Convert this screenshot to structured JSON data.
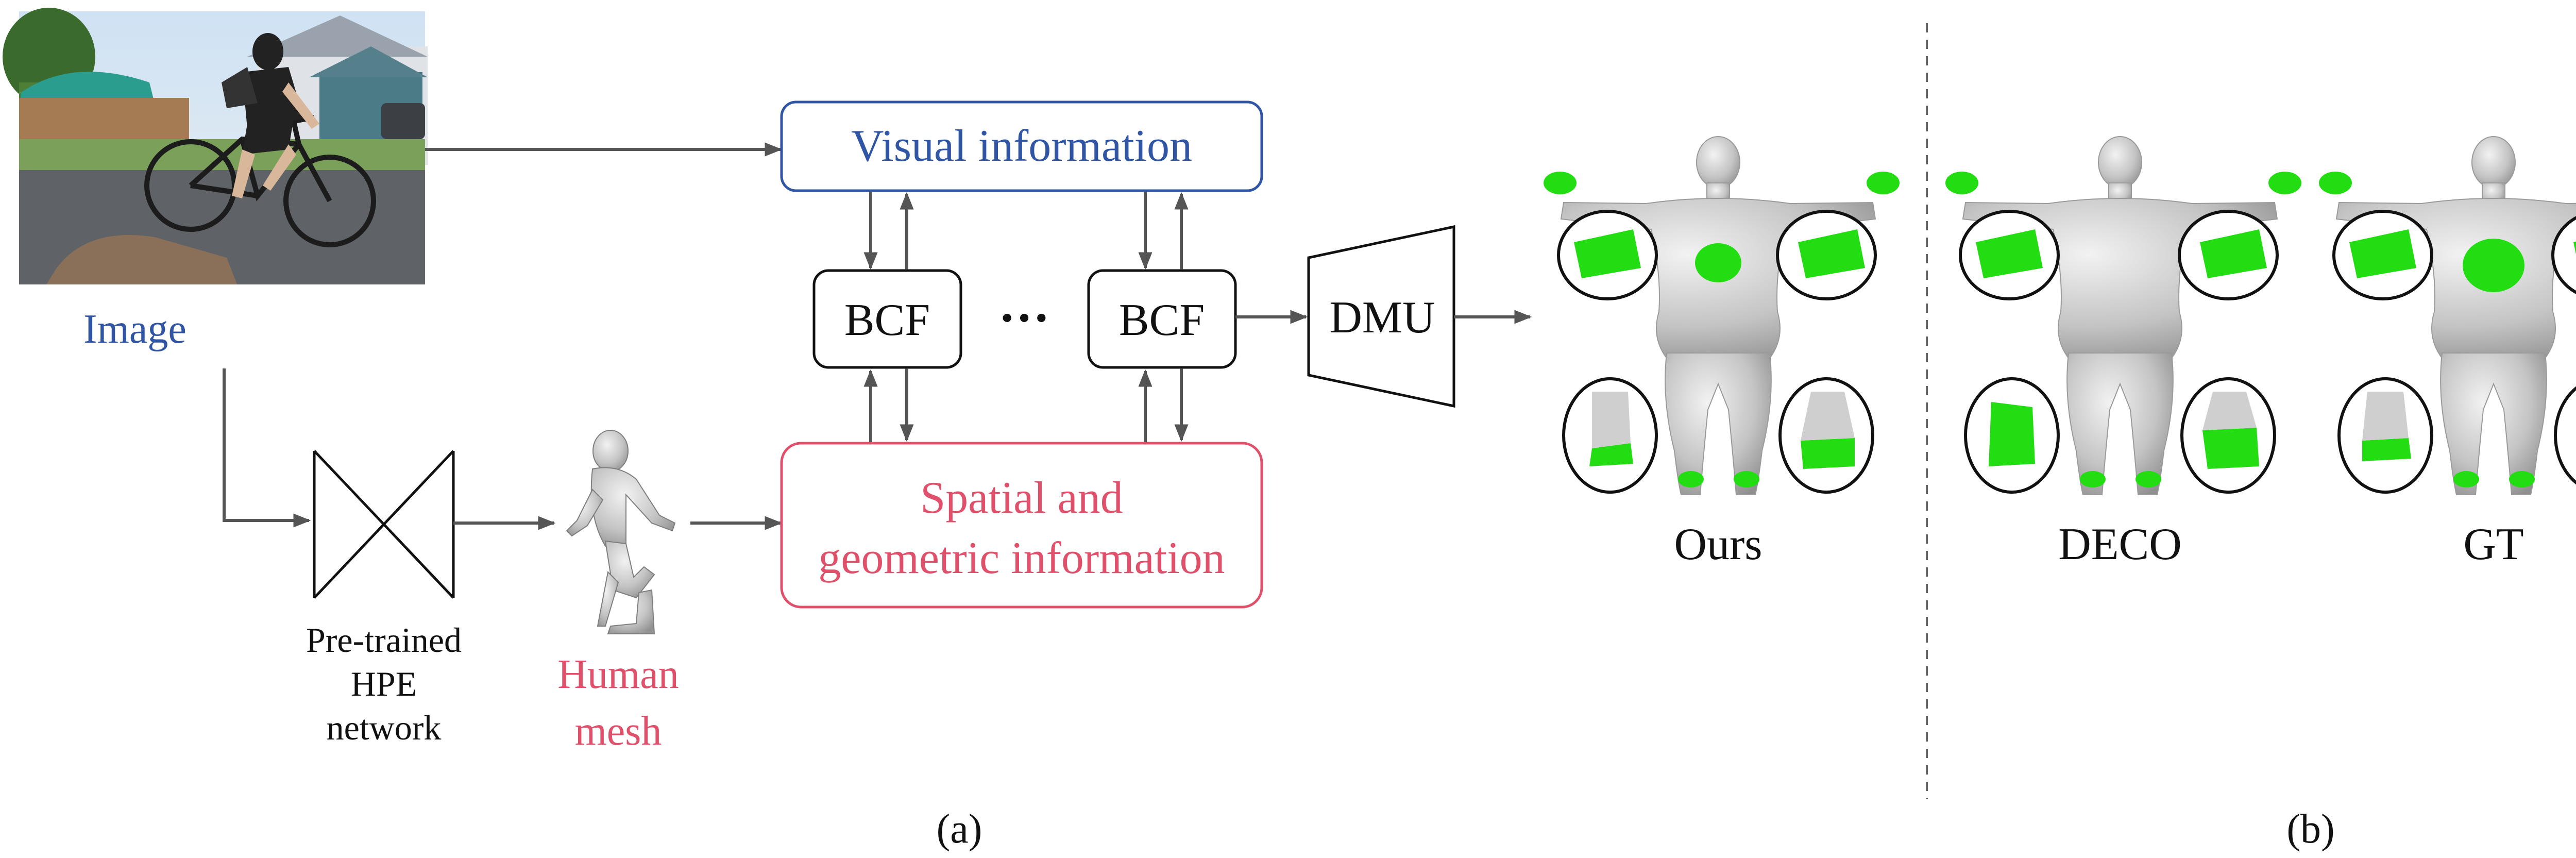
{
  "panel_a": {
    "image_label": "Image",
    "hpe_label": [
      "Pre-trained",
      "HPE",
      "network"
    ],
    "mesh_label": [
      "Human",
      "mesh"
    ],
    "visual_box": "Visual information",
    "spatial_box": [
      "Spatial and",
      "geometric information"
    ],
    "bcf_label": "BCF",
    "ellipsis": "···",
    "dmu_label": "DMU",
    "caption": "(a)"
  },
  "panel_b": {
    "methods": [
      "Ours",
      "DECO",
      "GT"
    ],
    "caption": "(b)"
  },
  "colors": {
    "blue": "#2f55a4",
    "red": "#e0506a",
    "arrow": "#555555",
    "contact_green": "#22dd11",
    "body_gray": "#c8c8c8"
  }
}
